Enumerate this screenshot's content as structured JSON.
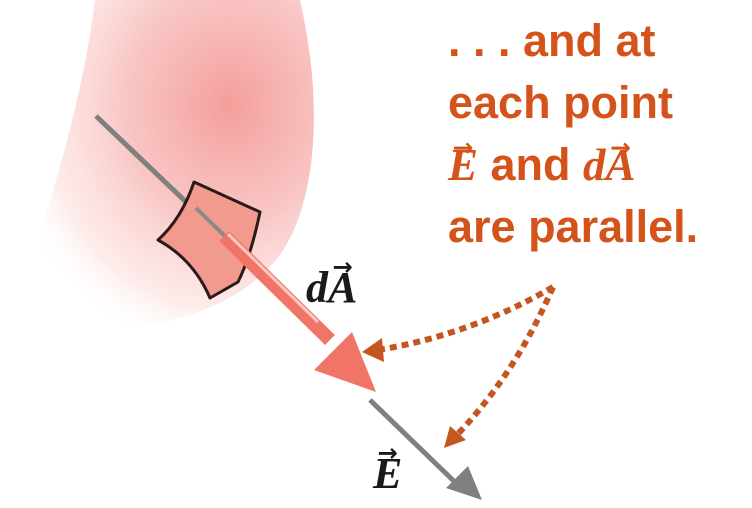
{
  "callout": {
    "line1": ". . . and at",
    "line2": "each point",
    "line3_vec1": "E",
    "line3_text": " and ",
    "line3_vec2_d": "d",
    "line3_vec2": "A",
    "line4": "are parallel."
  },
  "labels": {
    "dA_d": "d",
    "dA_A": "A",
    "E": "E",
    "vector_arrow": "→"
  },
  "colors": {
    "callout_text": "#d4531a",
    "dotted_arrows": "#c4561f",
    "area_vector": "#f07567",
    "field_line": "#808080",
    "surface_patch": "#f39a8e",
    "surface_shading": "#f6b3b0"
  }
}
